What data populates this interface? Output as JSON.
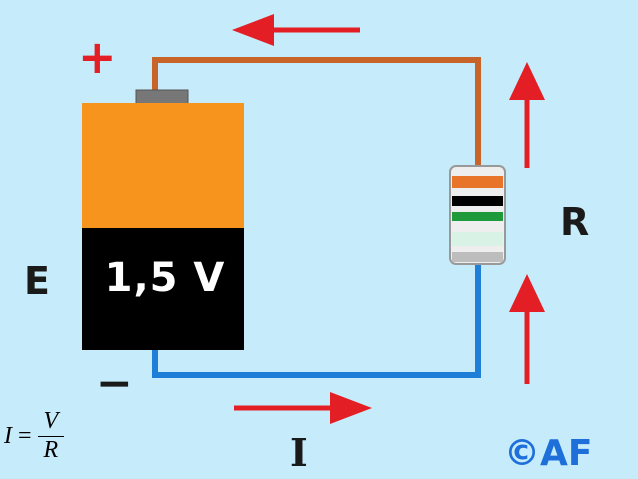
{
  "diagram": {
    "battery": {
      "voltage_label": "1,5 V",
      "emf_label": "E",
      "plus_sign": "+",
      "minus_sign": "−"
    },
    "resistor_label": "R",
    "current_label": "I",
    "copyright": "©AF",
    "formula": {
      "lhs": "I",
      "equals": "=",
      "numerator": "V",
      "denominator": "R"
    },
    "colors": {
      "background": "#c6ecfb",
      "battery_top": "#f7941d",
      "battery_bottom": "#000000",
      "wire_positive": "#c8642a",
      "wire_negative": "#1e7fd9",
      "arrow": "#e31e24",
      "copyright": "#1e6fd9",
      "resistor_bands": [
        "#e8742a",
        "#000000",
        "#1e9a3c"
      ]
    }
  }
}
